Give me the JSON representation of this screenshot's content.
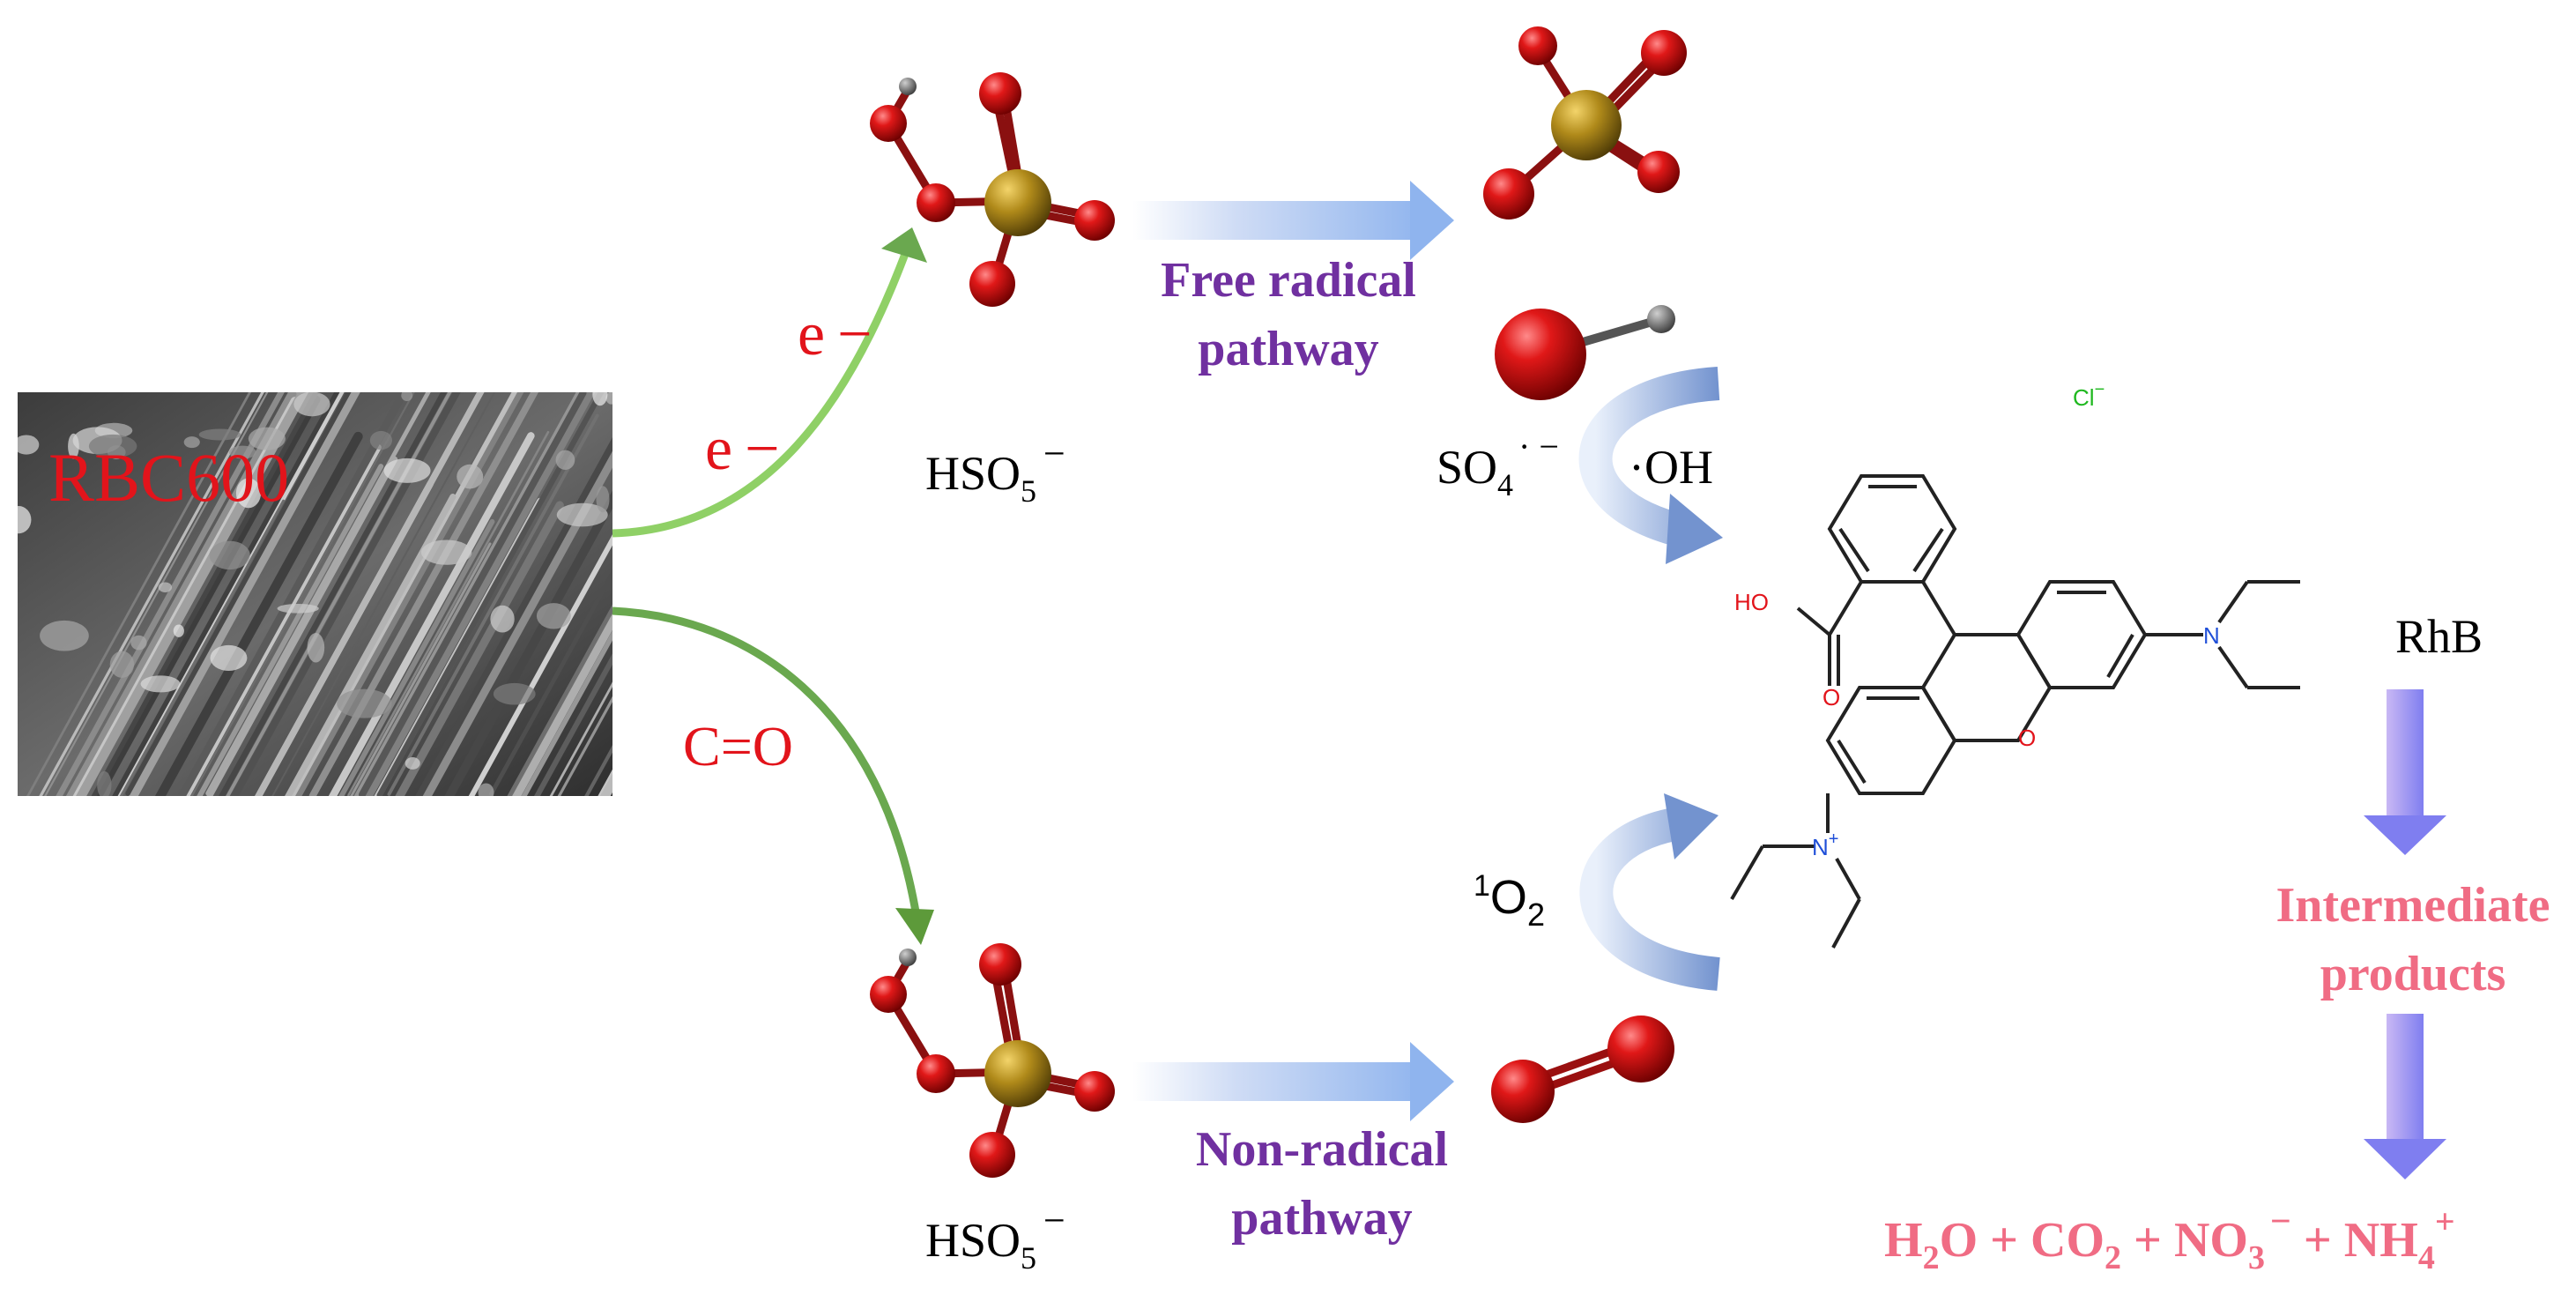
{
  "colors": {
    "red_text": "#e2141b",
    "purple_text": "#7030a0",
    "pink_text": "#f06c84",
    "green_arrow": "#6aa84f",
    "blue_arrow": "#8fb4ee",
    "violet_arrow": "#8e8cf0",
    "sulfur": "#b08a1a",
    "oxygen": "#d00010",
    "hydrogen": "#555555",
    "chlorine_label": "#1fb81f",
    "nitrogen_label": "#1f4fd8"
  },
  "material": {
    "label": "RBC600"
  },
  "routes": {
    "upper_arrow_labels": [
      "e −",
      "e −"
    ],
    "lower_arrow_label": "C=O"
  },
  "oxidant": {
    "label_top": "HSO",
    "sub": "5",
    "sup": "−"
  },
  "pathways": {
    "free_radical": [
      "Free radical",
      "pathway"
    ],
    "non_radical": [
      "Non-radical",
      "pathway"
    ]
  },
  "species": {
    "sulfate_radical": {
      "base": "SO",
      "sub": "4",
      "sup": "· −"
    },
    "hydroxyl": "·OH",
    "singlet_oxygen": {
      "sup": "1",
      "base": "O",
      "sub": "2"
    }
  },
  "rhb": {
    "name": "RhB",
    "counterion": "Cl",
    "counterion_charge": "−",
    "ho_label": "HO",
    "o_label": "O",
    "ring_o_label": "O",
    "n_label": "N",
    "n_plus_label": "N",
    "plus": "+"
  },
  "products": {
    "intermediate": [
      "Intermediate",
      "products"
    ],
    "final": {
      "h2o_base": "H",
      "h2o_sub": "2",
      "h2o_tail": "O + CO",
      "co2_sub": "2",
      "plus1": " + NO",
      "no3_sub": "3",
      "no3_sup": "−",
      "plus2": " + NH",
      "nh4_sub": "4",
      "nh4_sup": "+"
    }
  }
}
